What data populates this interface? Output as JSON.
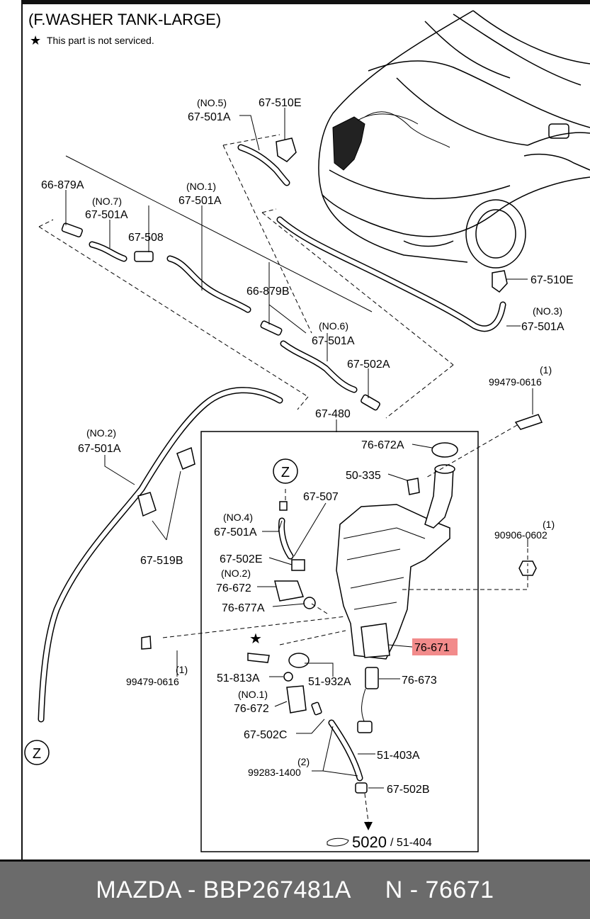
{
  "title": "(F.WASHER TANK-LARGE)",
  "note": {
    "symbol": "★",
    "text": "This part is not serviced."
  },
  "labels": {
    "no5": "(NO.5)",
    "p67_501A_no5": "67-501A",
    "p67_510E_top": "67-510E",
    "p66_879A": "66-879A",
    "no7": "(NO.7)",
    "p67_501A_no7": "67-501A",
    "no1_top": "(NO.1)",
    "p67_501A_no1": "67-501A",
    "p67_508": "67-508",
    "p66_879B": "66-879B",
    "no6": "(NO.6)",
    "p67_501A_no6": "67-501A",
    "p67_502A": "67-502A",
    "p67_480": "67-480",
    "p67_510E_right": "67-510E",
    "no3": "(NO.3)",
    "p67_501A_no3": "67-501A",
    "qty_1a": "(1)",
    "p99479_0616_right": "99479-0616",
    "no2_left": "(NO.2)",
    "p67_501A_no2": "67-501A",
    "p67_519B": "67-519B",
    "p76_672A": "76-672A",
    "p50_335": "50-335",
    "z_top": "Z",
    "p67_507": "67-507",
    "no4": "(NO.4)",
    "p67_501A_no4": "67-501A",
    "qty_1b": "(1)",
    "p90906_0602": "90906-0602",
    "p67_502E": "67-502E",
    "no2_tank": "(NO.2)",
    "p76_672_no2": "76-672",
    "p76_677A": "76-677A",
    "p76_671": "76-671",
    "qty_1c": "(1)",
    "p99479_0616_left": "99479-0616",
    "p51_813A": "51-813A",
    "p51_932A": "51-932A",
    "p76_673": "76-673",
    "no1_tank": "(NO.1)",
    "p76_672_no1": "76-672",
    "p67_502C": "67-502C",
    "p51_403A": "51-403A",
    "qty_2": "(2)",
    "p99283_1400": "99283-1400",
    "p67_502B": "67-502B",
    "z_bottom": "Z",
    "ref_big": "5020",
    "ref_small": "/ 51-404",
    "star": "★"
  },
  "highlight_color": "#f28b8b",
  "footer": {
    "text": "MAZDA - BBP267481A     N - 76671"
  }
}
